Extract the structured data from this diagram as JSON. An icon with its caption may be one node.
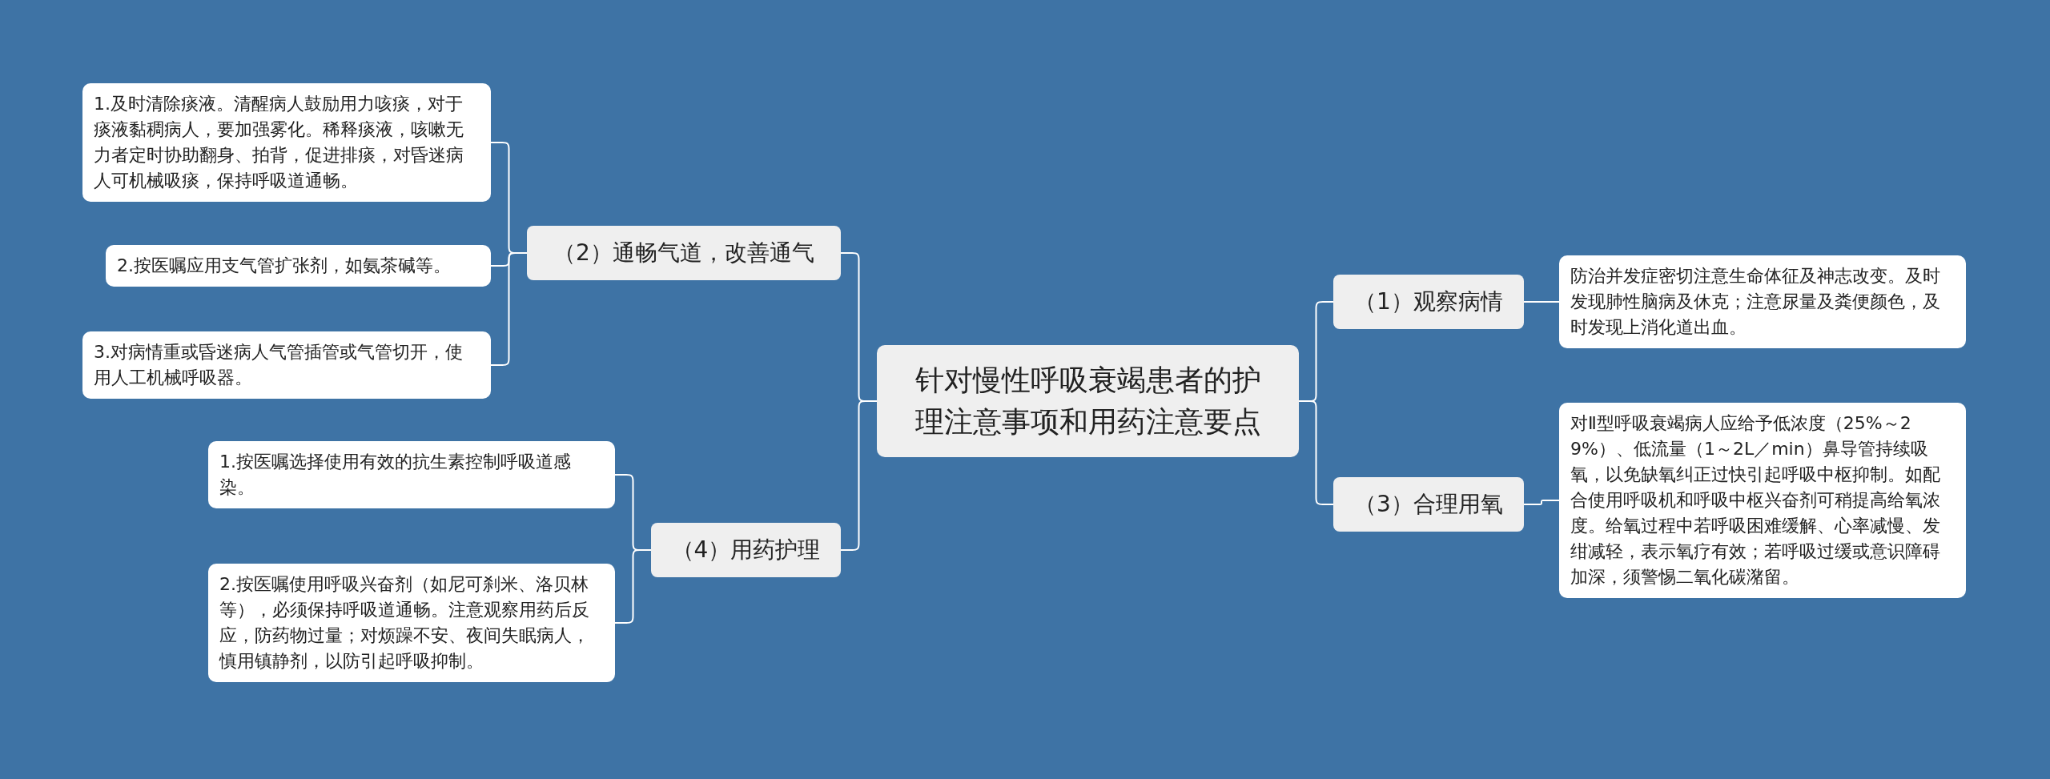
{
  "diagram": {
    "nodes": [
      {
        "text": [
          "针对慢性呼吸衰竭患者的护理注意事项和用药注意要点"
        ]
      },
      {
        "text": [
          "（2）通畅气道，改善通气"
        ]
      },
      {
        "text": [
          "1.及时清除痰液。清醒病人鼓励用力咳痰，对于痰液黏稠病人，要加强雾化。稀释痰液，咳嗽无力者定时协助翻身、拍背，促进排痰，对昏迷病人可机械吸痰，保持呼吸道通畅。"
        ]
      },
      {
        "text": [
          "2.按医嘱应用支气管扩张剂，如氨茶碱等。"
        ]
      },
      {
        "text": [
          "3.对病情重或昏迷病人气管插管或气管切开，使用人工机械呼吸器。"
        ]
      },
      {
        "text": [
          "（4）用药护理"
        ]
      },
      {
        "text": [
          "1.按医嘱选择使用有效的抗生素控制呼吸道感染。"
        ]
      },
      {
        "text": [
          "2.按医嘱使用呼吸兴奋剂（如尼可刹米、洛贝林等），必须保持呼吸道通畅。注意观察用药后反应，防药物过量；对烦躁不安、夜间失眠病人，慎用镇静剂，以防引起呼吸抑制。"
        ]
      },
      {
        "text": [
          "（1）观察病情"
        ]
      },
      {
        "text": [
          "防治并发症密切注意生命体征及神志改变。及时发现肺性脑病及休克；注意尿量及粪便颜色，及时发现上消化道出血。"
        ]
      },
      {
        "text": [
          "（3）合理用氧"
        ]
      },
      {
        "text": [
          "对Ⅱ型呼吸衰竭病人应给予低浓度（25%～29%）、低流量（1～2L／min）鼻导管持续吸氧，以免缺氧纠正过快引起呼吸中枢抑制。如配合使用呼吸机和呼吸中枢兴奋剂可稍提高给氧浓度。给氧过程中若呼吸困难缓解、心率减慢、发绀减轻，表示氧疗有效；若呼吸过缓或意识障碍加深，须警惕二氧化碳潴留。"
        ]
      }
    ],
    "edges": [
      {
        "from": 0,
        "to": 1,
        "arrow": "none"
      },
      {
        "from": 1,
        "to": 2,
        "arrow": "none"
      },
      {
        "from": 1,
        "to": 3,
        "arrow": "none"
      },
      {
        "from": 1,
        "to": 4,
        "arrow": "none"
      },
      {
        "from": 0,
        "to": 5,
        "arrow": "none"
      },
      {
        "from": 5,
        "to": 6,
        "arrow": "none"
      },
      {
        "from": 5,
        "to": 7,
        "arrow": "none"
      },
      {
        "from": 0,
        "to": 8,
        "arrow": "none"
      },
      {
        "from": 8,
        "to": 9,
        "arrow": "none"
      },
      {
        "from": 0,
        "to": 10,
        "arrow": "none"
      },
      {
        "from": 10,
        "to": 11,
        "arrow": "none"
      }
    ]
  }
}
